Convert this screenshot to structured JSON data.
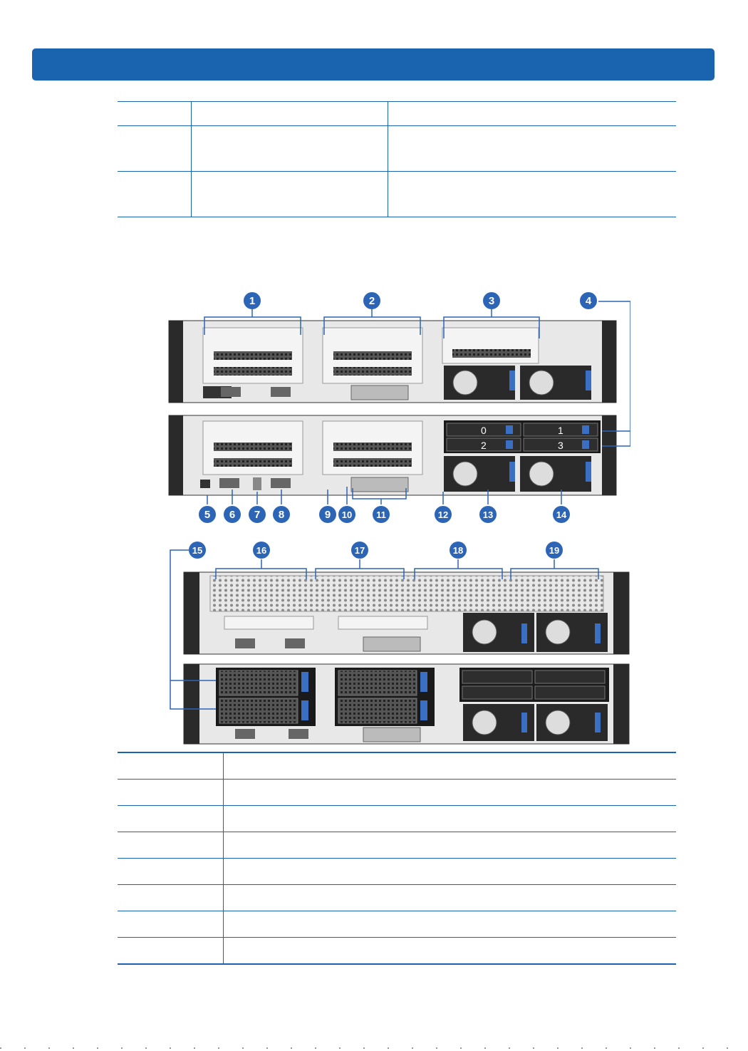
{
  "callouts_top": [
    "1",
    "2",
    "3",
    "4"
  ],
  "callouts_mid": [
    "5",
    "6",
    "7",
    "8",
    "9",
    "10",
    "11",
    "12",
    "13",
    "14"
  ],
  "callouts_bottom": [
    "15",
    "16",
    "17",
    "18",
    "19"
  ],
  "bay_labels": [
    "0",
    "1",
    "2",
    "3"
  ],
  "colors": {
    "accent": "#1a63ae",
    "callout": "#2c64b6",
    "chassis": "#2a2a2a"
  }
}
